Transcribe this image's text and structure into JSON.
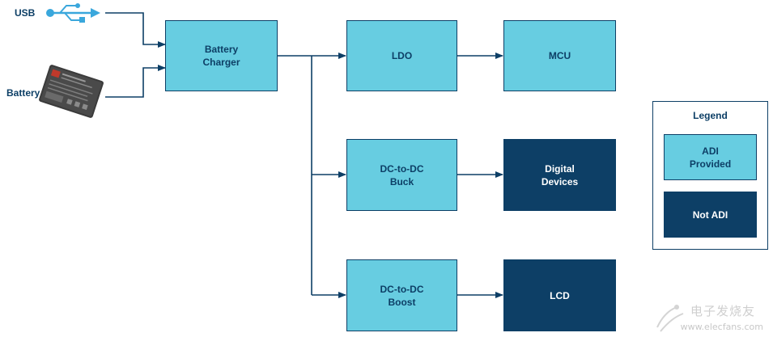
{
  "colors": {
    "adi_fill": "#67cde1",
    "not_adi_fill": "#0d3f66",
    "line": "#0d3f66",
    "usb_icon": "#3aa7dc"
  },
  "inputs": {
    "usb_label": "USB",
    "battery_label": "Battery"
  },
  "blocks": {
    "charger": "Battery\nCharger",
    "ldo": "LDO",
    "mcu": "MCU",
    "buck": "DC-to-DC\nBuck",
    "digital": "Digital\nDevices",
    "boost": "DC-to-DC\nBoost",
    "lcd": "LCD"
  },
  "legend": {
    "title": "Legend",
    "adi": "ADI\nProvided",
    "not_adi": "Not ADI"
  },
  "watermark": {
    "cn": "电子发烧友",
    "url": "www.elecfans.com"
  }
}
